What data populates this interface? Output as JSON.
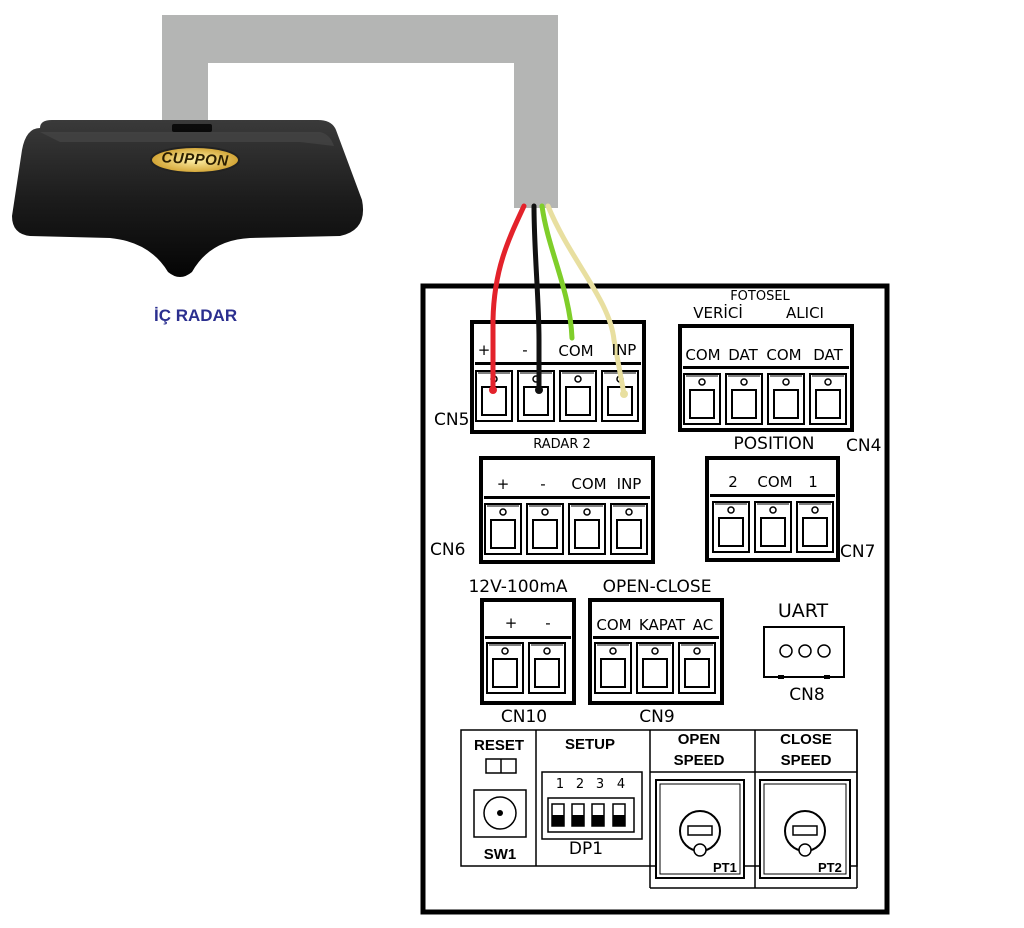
{
  "device": {
    "brand": "CUPPON",
    "caption": "İÇ RADAR"
  },
  "board": {
    "cn5": {
      "name": "CN5",
      "pins": [
        "+",
        "-",
        "COM",
        "INP"
      ]
    },
    "cn4": {
      "name": "CN4",
      "group": "FOTOSEL",
      "sub_left": "VERİCİ",
      "sub_right": "ALICI",
      "pins": [
        "COM",
        "DAT",
        "COM",
        "DAT"
      ]
    },
    "cn6": {
      "name": "CN6",
      "title": "RADAR  2",
      "pins": [
        "+",
        "-",
        "COM",
        "INP"
      ]
    },
    "cn7": {
      "name": "CN7",
      "title": "POSITION",
      "pins": [
        "2",
        "COM",
        "1"
      ]
    },
    "cn10": {
      "name": "CN10",
      "title": "12V-100mA",
      "pins": [
        "+",
        "-"
      ]
    },
    "cn9": {
      "name": "CN9",
      "title": "OPEN-CLOSE",
      "pins": [
        "COM",
        "KAPAT",
        "AC"
      ]
    },
    "cn8": {
      "name": "CN8",
      "title": "UART"
    },
    "sw1": {
      "title": "RESET",
      "name": "SW1"
    },
    "dp1": {
      "title": "SETUP",
      "name": "DP1",
      "switch_numbers": [
        "1",
        "2",
        "3",
        "4"
      ]
    },
    "pt1": {
      "title_line1": "OPEN",
      "title_line2": "SPEED",
      "name": "PT1"
    },
    "pt2": {
      "title_line1": "CLOSE",
      "title_line2": "SPEED",
      "name": "PT2"
    }
  },
  "colors": {
    "cable": "#b4b5b4",
    "wire_red": "#e3222b",
    "wire_black": "#111111",
    "wire_green": "#7fce2a",
    "wire_cream": "#e8dfa0",
    "radar_body": "#1d1d1d",
    "brand_badge": "#e8b930"
  }
}
